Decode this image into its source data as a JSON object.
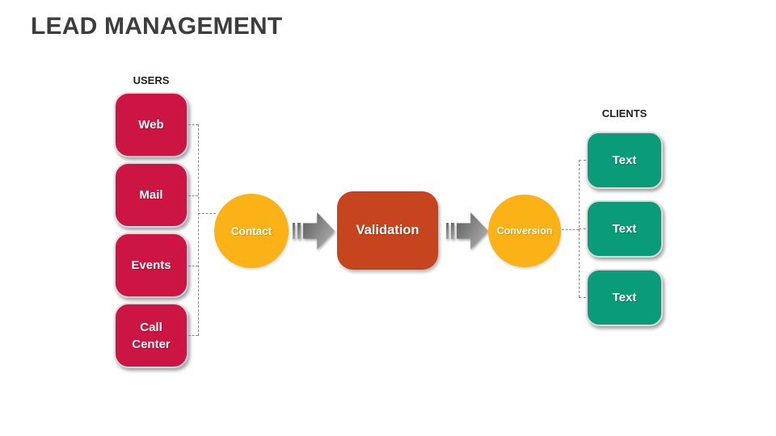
{
  "title": "LEAD MANAGEMENT",
  "colors": {
    "red": "#CD1543",
    "orange": "#C7451E",
    "yellow": "#FBB217",
    "green": "#0A9C78",
    "title_text": "#3D3D3D",
    "label_text": "#1F1F1F",
    "connector": "#8A8A8A",
    "arrow_dark": "#646464",
    "arrow_light": "#ADADAD"
  },
  "users": {
    "label": "USERS",
    "items": [
      {
        "label": "Web"
      },
      {
        "label": "Mail"
      },
      {
        "label": "Events"
      },
      {
        "label": "Call Center"
      }
    ]
  },
  "flow": {
    "contact": "Contact",
    "validation": "Validation",
    "conversion": "Conversion"
  },
  "clients": {
    "label": "CLIENTS",
    "items": [
      {
        "label": "Text"
      },
      {
        "label": "Text"
      },
      {
        "label": "Text"
      }
    ]
  },
  "icons": {
    "arrow": "block-arrow-right"
  }
}
